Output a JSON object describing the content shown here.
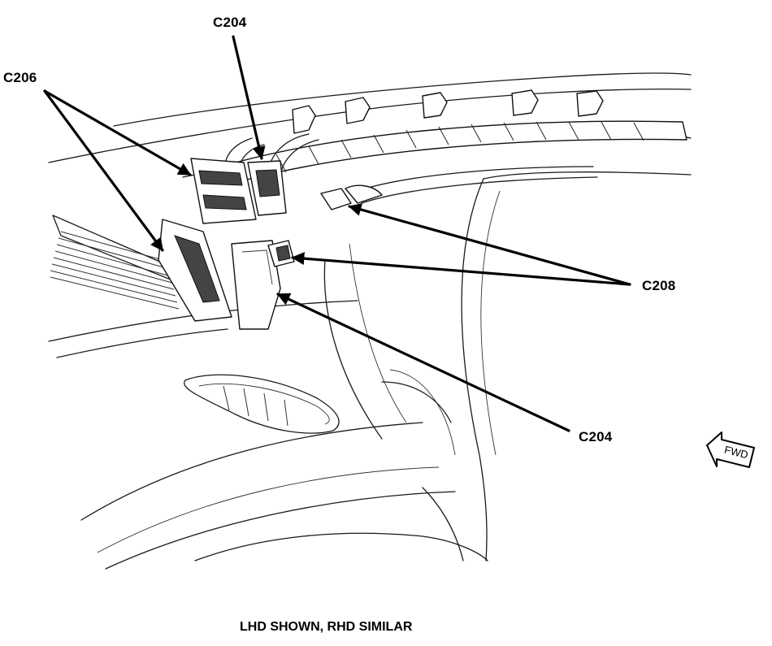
{
  "callouts": {
    "c204_top": "C204",
    "c206": "C206",
    "c208": "C208",
    "c204_bottom": "C204"
  },
  "fwd_label": "FWD",
  "caption": "LHD SHOWN, RHD SIMILAR"
}
